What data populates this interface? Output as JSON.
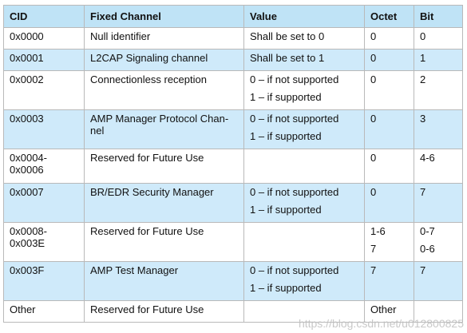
{
  "headers": [
    "CID",
    "Fixed Channel",
    "Value",
    "Octet",
    "Bit"
  ],
  "rows": [
    {
      "cid": [
        "0x0000"
      ],
      "channel": [
        "Null identifier"
      ],
      "value": [
        "Shall be set to 0"
      ],
      "octet": [
        "0"
      ],
      "bit": [
        "0"
      ]
    },
    {
      "cid": [
        "0x0001"
      ],
      "channel": [
        "L2CAP Signaling channel"
      ],
      "value": [
        "Shall be set to 1"
      ],
      "octet": [
        "0"
      ],
      "bit": [
        "1"
      ]
    },
    {
      "cid": [
        "0x0002"
      ],
      "channel": [
        "Connectionless reception"
      ],
      "value": [
        "0 – if not supported",
        "1 – if supported"
      ],
      "octet": [
        "0"
      ],
      "bit": [
        "2"
      ]
    },
    {
      "cid": [
        "0x0003"
      ],
      "channel": [
        "AMP Manager Protocol Chan-",
        "nel"
      ],
      "value": [
        "0 – if not supported",
        "1 – if supported"
      ],
      "octet": [
        "0"
      ],
      "bit": [
        "3"
      ]
    },
    {
      "cid": [
        "0x0004-",
        "0x0006"
      ],
      "channel": [
        "Reserved for Future Use"
      ],
      "value": [],
      "octet": [
        "0"
      ],
      "bit": [
        "4-6"
      ]
    },
    {
      "cid": [
        "0x0007"
      ],
      "channel": [
        "BR/EDR Security Manager"
      ],
      "value": [
        "0 – if not supported",
        "1 – if supported"
      ],
      "octet": [
        "0"
      ],
      "bit": [
        "7"
      ]
    },
    {
      "cid": [
        "0x0008-",
        "0x003E"
      ],
      "channel": [
        "Reserved for Future Use"
      ],
      "value": [],
      "octet": [
        "1-6",
        "7"
      ],
      "bit": [
        "0-7",
        "0-6"
      ]
    },
    {
      "cid": [
        "0x003F"
      ],
      "channel": [
        "AMP Test Manager"
      ],
      "value": [
        "0 – if not supported",
        "1 – if supported"
      ],
      "octet": [
        "7"
      ],
      "bit": [
        "7"
      ]
    },
    {
      "cid": [
        "Other"
      ],
      "channel": [
        "Reserved for Future Use"
      ],
      "value": [],
      "octet": [
        "Other"
      ],
      "bit": [
        ""
      ]
    }
  ],
  "row_shading": [
    "white",
    "blue",
    "white",
    "blue",
    "white",
    "blue",
    "white",
    "blue",
    "white"
  ],
  "colors": {
    "header_bg": "#bfe3f6",
    "row_alt_bg": "#cfeafa",
    "border": "#b9b9b9"
  },
  "watermark": "https://blog.csdn.net/u012800825"
}
